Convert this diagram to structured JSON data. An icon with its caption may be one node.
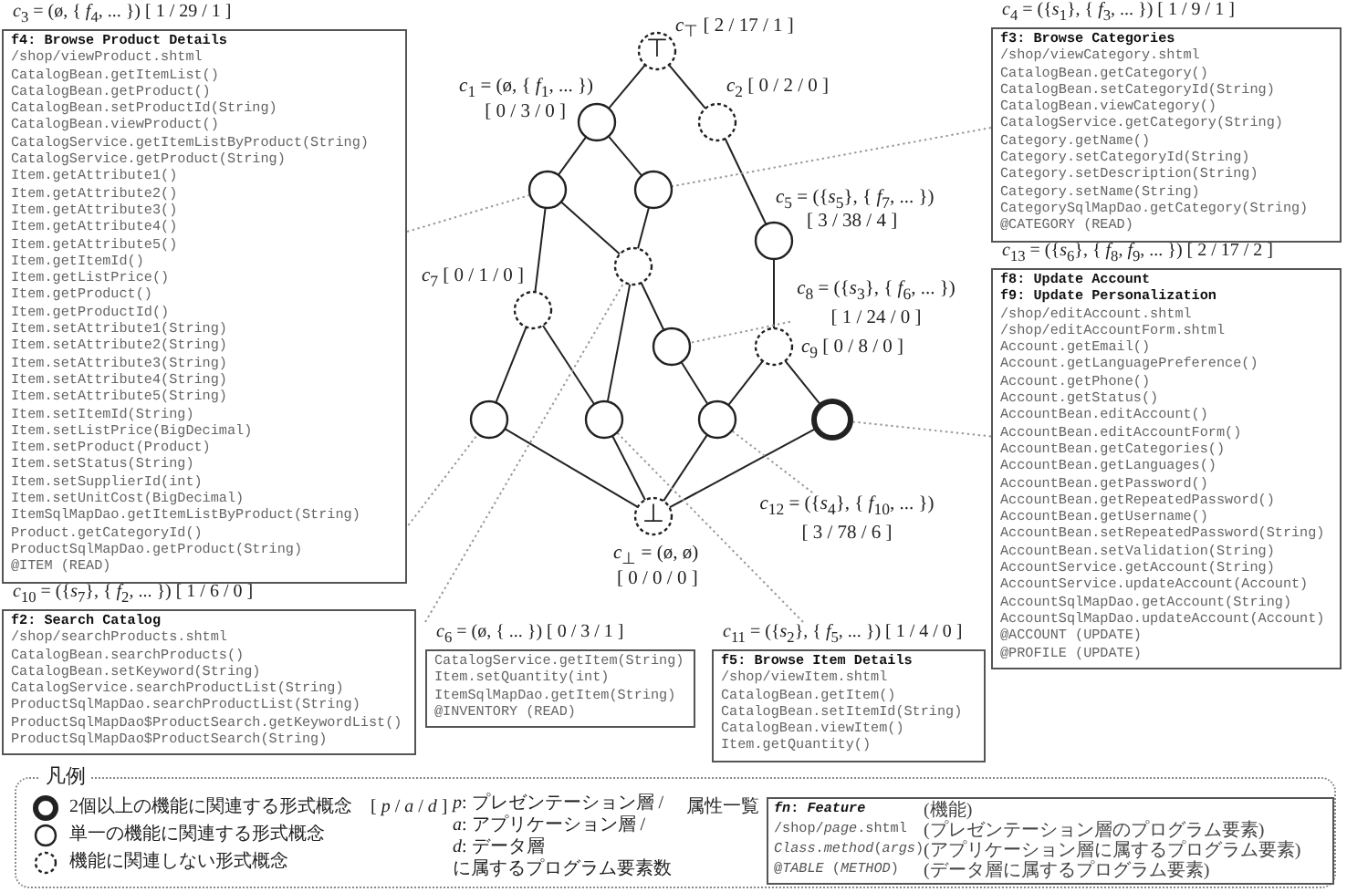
{
  "diagram": {
    "nodes": [
      {
        "text": [
          "*c*$_{3}$ = (ø, { *f*$_{4}$, ... }) [ 1 / 29 / 1 ]",
          "f4: Browse Product Details",
          "/shop/viewProduct.shtml",
          "CatalogBean.getItemList()",
          "CatalogBean.getProduct()",
          "CatalogBean.setProductId(String)",
          "CatalogBean.viewProduct()",
          "CatalogService.getItemListByProduct(String)",
          "CatalogService.getProduct(String)",
          "Item.getAttribute1()",
          "Item.getAttribute2()",
          "Item.getAttribute3()",
          "Item.getAttribute4()",
          "Item.getAttribute5()",
          "Item.getItemId()",
          "Item.getListPrice()",
          "Item.getProduct()",
          "Item.getProductId()",
          "Item.setAttribute1(String)",
          "Item.setAttribute2(String)",
          "Item.setAttribute3(String)",
          "Item.setAttribute4(String)",
          "Item.setAttribute5(String)",
          "Item.setItemId(String)",
          "Item.setListPrice(BigDecimal)",
          "Item.setProduct(Product)",
          "Item.setStatus(String)",
          "Item.setSupplierId(int)",
          "Item.setUnitCost(BigDecimal)",
          "ItemSqlMapDao.getItemListByProduct(String)",
          "Product.getCategoryId()",
          "ProductSqlMapDao.getProduct(String)",
          "@ITEM (READ)"
        ]
      },
      {
        "text": [
          "⊤"
        ],
        "beside": [
          "*c*$_{⊤}$ [ 2 / 17 / 1 ]"
        ]
      },
      {
        "text": [
          "*c*$_{4}$ = ({*s*$_{1}$}, { *f*$_{3}$, ... }) [ 1 / 9 / 1 ]",
          "f3: Browse Categories",
          "/shop/viewCategory.shtml",
          "CatalogBean.getCategory()",
          "CatalogBean.setCategoryId(String)",
          "CatalogBean.viewCategory()",
          "CatalogService.getCategory(String)",
          "Category.getName()",
          "Category.setCategoryId(String)",
          "Category.setDescription(String)",
          "Category.setName(String)",
          "CategorySqlMapDao.getCategory(String)",
          "@CATEGORY (READ)"
        ]
      },
      {
        "text": [],
        "shape": "circle",
        "beside": [
          "*c*$_{1}$ = (ø, { *f*$_{1}$, ... })",
          "[ 0 / 3 / 0 ]"
        ]
      },
      {
        "text": [],
        "shape": "circle",
        "beside": [
          "*c*$_{2}$ [ 0 / 2 / 0 ]"
        ]
      },
      {
        "text": [],
        "shape": "circle"
      },
      {
        "text": [],
        "shape": "circle"
      },
      {
        "text": [],
        "shape": "circle",
        "beside": [
          "*c*$_{5}$ = ({*s*$_{5}$}, { *f*$_{7}$, ... })",
          "[ 3 / 38 / 4 ]"
        ]
      },
      {
        "text": [],
        "shape": "circle"
      },
      {
        "text": [
          "*c*$_{8}$ = ({*s*$_{3}$}, { *f*$_{6}$, ... })",
          "[ 1 / 24 / 0 ]"
        ]
      },
      {
        "text": [],
        "shape": "circle",
        "beside": [
          "*c*$_{7}$ [ 0 / 1 / 0 ]"
        ]
      },
      {
        "text": [],
        "shape": "circle"
      },
      {
        "text": [],
        "shape": "circle",
        "beside": [
          "*c*$_{9}$ [ 0 / 8 / 0 ]"
        ]
      },
      {
        "text": [
          "*c*$_{13}$ = ({*s*$_{6}$}, { *f*$_{8}$, *f*$_{9}$, ... }) [ 2 / 17 / 2 ]",
          "f8: Update Account",
          "f9: Update Personalization",
          "/shop/editAccount.shtml",
          "/shop/editAccountForm.shtml",
          "Account.getEmail()",
          "Account.getLanguagePreference()",
          "Account.getPhone()",
          "Account.getStatus()",
          "AccountBean.editAccount()",
          "AccountBean.editAccountForm()",
          "AccountBean.getCategories()",
          "AccountBean.getLanguages()",
          "AccountBean.getPassword()",
          "AccountBean.getRepeatedPassword()",
          "AccountBean.getUsername()",
          "AccountBean.setRepeatedPassword(String)",
          "AccountBean.setValidation(String)",
          "AccountService.getAccount(String)",
          "AccountService.updateAccount(Account)",
          "AccountSqlMapDao.getAccount(String)",
          "AccountSqlMapDao.updateAccount(Account)",
          "@ACCOUNT (UPDATE)",
          "@PROFILE (UPDATE)"
        ]
      },
      {
        "text": [],
        "shape": "circle"
      },
      {
        "text": [],
        "shape": "circle"
      },
      {
        "text": [],
        "shape": "circle"
      },
      {
        "text": [],
        "shape": "circle"
      },
      {
        "text": [
          "*c*$_{12}$ = ({*s*$_{4}$}, { *f*$_{10}$, ... })",
          "[ 3 / 78 / 6 ]"
        ]
      },
      {
        "text": [
          "⊥"
        ],
        "beside": [
          "*c*$_{⊥}$ = (ø, ø)",
          "[ 0 / 0 / 0 ]"
        ]
      },
      {
        "text": [
          "*c*$_{10}$ = ({*s*$_{7}$}, { *f*$_{2}$, ... }) [ 1 / 6 / 0 ]",
          "f2: Search Catalog",
          "/shop/searchProducts.shtml",
          "CatalogBean.searchProducts()",
          "CatalogBean.setKeyword(String)",
          "CatalogService.searchProductList(String)",
          "ProductSqlMapDao.searchProductList(String)",
          "ProductSqlMapDao$ProductSearch.getKeywordList()",
          "ProductSqlMapDao$ProductSearch(String)"
        ]
      },
      {
        "text": [
          "*c*$_{6}$ = (ø, { ... }) [ 0 / 3 / 1 ]",
          "CatalogService.getItem(String)",
          "Item.setQuantity(int)",
          "ItemSqlMapDao.getItem(String)",
          "@INVENTORY (READ)"
        ]
      },
      {
        "text": [
          "*c*$_{11}$ = ({*s*$_{2}$}, { *f*$_{5}$, ... }) [ 1 / 4 / 0 ]",
          "f5: Browse Item Details",
          "/shop/viewItem.shtml",
          "CatalogBean.getItem()",
          "CatalogBean.setItemId(String)",
          "CatalogBean.viewItem()",
          "Item.getQuantity()"
        ]
      },
      {
        "text": [
          "*fn*: *Feature*",
          "(機能)",
          "/shop/*page*.shtml",
          "(プレゼンテーション層のプログラム要素)",
          "*Class*.*method*(*args*)",
          "(アプリケーション層に属するプログラム要素)",
          "@*TABLE* (*METHOD*)",
          "(データ層に属するプログラム要素)"
        ]
      }
    ],
    "edges": [
      {
        "from": 1,
        "to": 3,
        "arrow": "none"
      },
      {
        "from": 1,
        "to": 4,
        "arrow": "none"
      },
      {
        "from": 3,
        "to": 5,
        "arrow": "none"
      },
      {
        "from": 3,
        "to": 6,
        "arrow": "none"
      },
      {
        "from": 4,
        "to": 7,
        "arrow": "none"
      },
      {
        "from": 5,
        "to": 10,
        "arrow": "none"
      },
      {
        "from": 5,
        "to": 8,
        "arrow": "none"
      },
      {
        "from": 6,
        "to": 8,
        "arrow": "none"
      },
      {
        "from": 8,
        "to": 11,
        "arrow": "none"
      },
      {
        "from": 8,
        "to": 15,
        "arrow": "none"
      },
      {
        "from": 7,
        "to": 12,
        "arrow": "none"
      },
      {
        "from": 10,
        "to": 14,
        "arrow": "none"
      },
      {
        "from": 10,
        "to": 15,
        "arrow": "none"
      },
      {
        "from": 11,
        "to": 16,
        "arrow": "none"
      },
      {
        "from": 12,
        "to": 16,
        "arrow": "none"
      },
      {
        "from": 12,
        "to": 17,
        "arrow": "none"
      },
      {
        "from": 14,
        "to": 19,
        "arrow": "none"
      },
      {
        "from": 15,
        "to": 19,
        "arrow": "none"
      },
      {
        "from": 16,
        "to": 19,
        "arrow": "none"
      },
      {
        "from": 17,
        "to": 19,
        "arrow": "none"
      },
      {
        "from": 0,
        "to": 5,
        "arrow": "none",
        "style": "dashed",
        "color": "#999999"
      },
      {
        "from": 2,
        "to": 6,
        "arrow": "none",
        "style": "dashed",
        "color": "#999999"
      },
      {
        "from": 9,
        "to": 11,
        "arrow": "none",
        "style": "dashed",
        "color": "#999999"
      },
      {
        "from": 13,
        "to": 17,
        "arrow": "none",
        "style": "dashed",
        "color": "#999999"
      },
      {
        "from": 20,
        "to": 14,
        "arrow": "none",
        "style": "dashed",
        "color": "#999999"
      },
      {
        "from": 21,
        "to": 8,
        "arrow": "none",
        "style": "dashed",
        "color": "#999999"
      },
      {
        "from": 22,
        "to": 15,
        "arrow": "none",
        "style": "dashed",
        "color": "#999999"
      },
      {
        "from": 18,
        "to": 16,
        "arrow": "none",
        "style": "dashed",
        "color": "#999999"
      }
    ],
    "labels": [
      "凡例",
      "[ *p* / *a* / *d* ]",
      "*p*: プレゼンテーション層 /",
      "*a*: アプリケーション層 /",
      "*d*: データ層",
      "に属するプログラム要素数",
      "属性一覧"
    ],
    "legend": [
      {
        "text": "2個以上の機能に関連する形式概念"
      },
      {
        "text": "単一の機能に関連する形式概念"
      },
      {
        "text": "機能に関連しない形式概念"
      }
    ]
  }
}
